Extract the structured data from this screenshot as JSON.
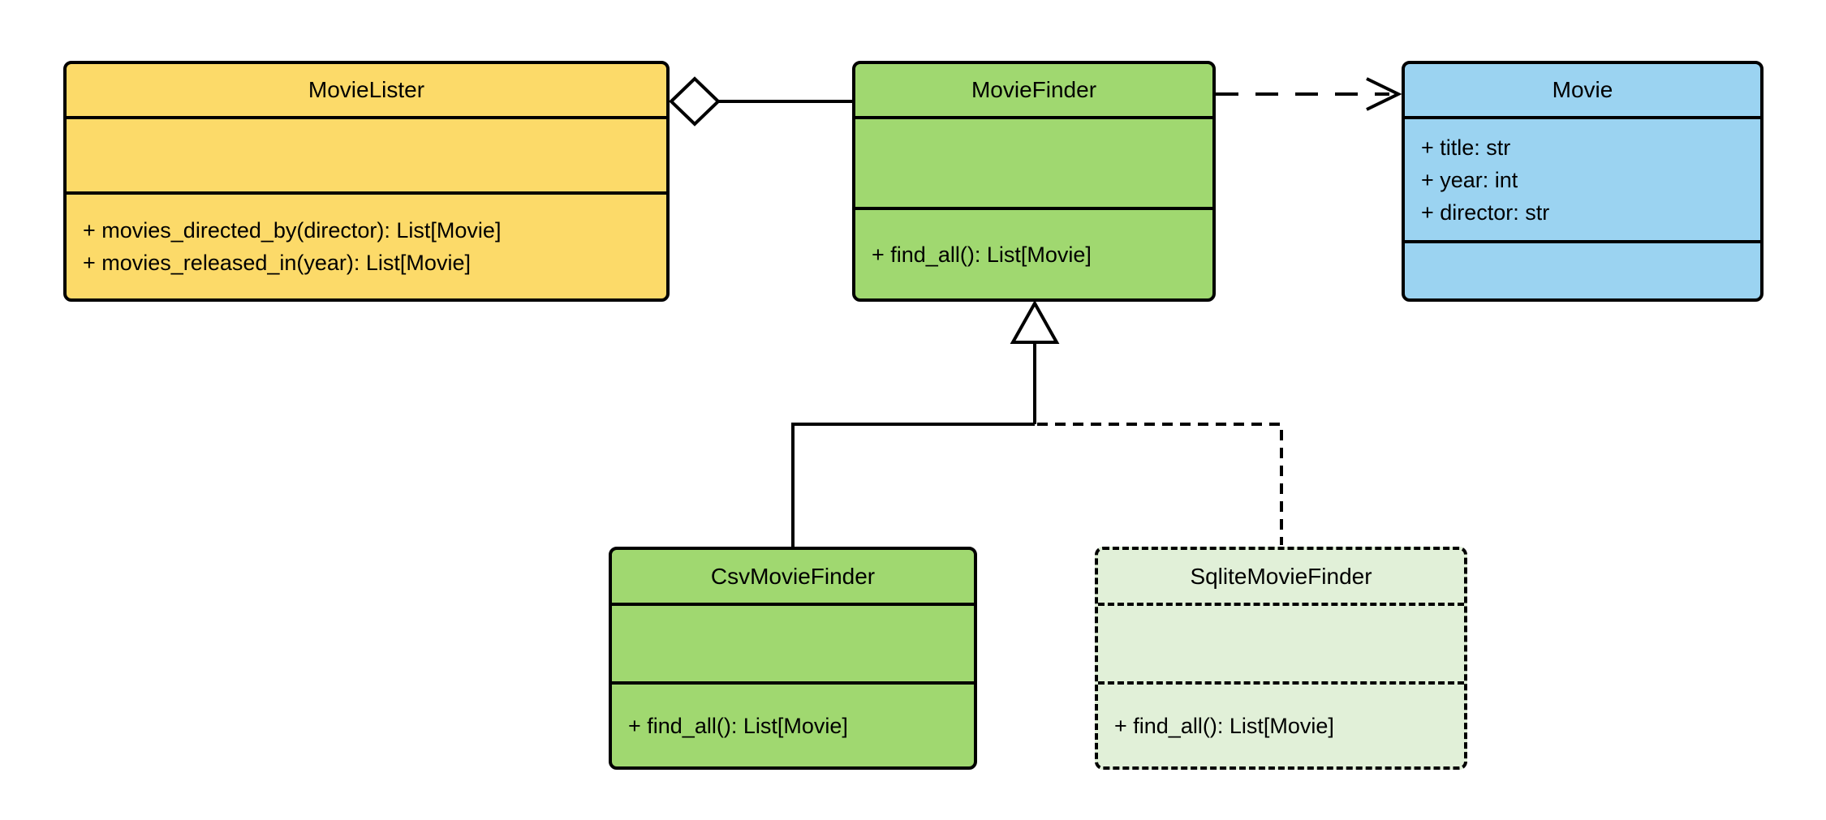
{
  "diagram": {
    "type": "uml-class-diagram",
    "background_color": "#ffffff",
    "stroke_color": "#000000",
    "classes": [
      {
        "name": "MovieLister",
        "fill": "#FCDA69",
        "border_style": "solid",
        "attributes": [],
        "methods": [
          "+ movies_directed_by(director): List[Movie]",
          "+ movies_released_in(year): List[Movie]"
        ]
      },
      {
        "name": "MovieFinder",
        "fill": "#A0D870",
        "border_style": "solid",
        "attributes": [],
        "methods": [
          "+ find_all(): List[Movie]"
        ]
      },
      {
        "name": "Movie",
        "fill": "#9BD3F1",
        "border_style": "solid",
        "attributes": [
          "+ title: str",
          "+ year: int",
          "+ director: str"
        ],
        "methods": []
      },
      {
        "name": "CsvMovieFinder",
        "fill": "#A0D870",
        "border_style": "solid",
        "attributes": [],
        "methods": [
          "+ find_all(): List[Movie]"
        ]
      },
      {
        "name": "SqliteMovieFinder",
        "fill": "#E1F0D8",
        "border_style": "dashed",
        "attributes": [],
        "methods": [
          "+ find_all(): List[Movie]"
        ]
      }
    ],
    "relationships": [
      {
        "type": "aggregation",
        "from": "MovieLister",
        "to": "MovieFinder",
        "line": "solid",
        "marker": "hollow-diamond"
      },
      {
        "type": "dependency",
        "from": "MovieFinder",
        "to": "Movie",
        "line": "dashed",
        "marker": "open-arrow"
      },
      {
        "type": "generalization",
        "from": "CsvMovieFinder",
        "to": "MovieFinder",
        "line": "solid",
        "marker": "hollow-triangle"
      },
      {
        "type": "generalization",
        "from": "SqliteMovieFinder",
        "to": "MovieFinder",
        "line": "dashed",
        "marker": "hollow-triangle"
      }
    ]
  }
}
